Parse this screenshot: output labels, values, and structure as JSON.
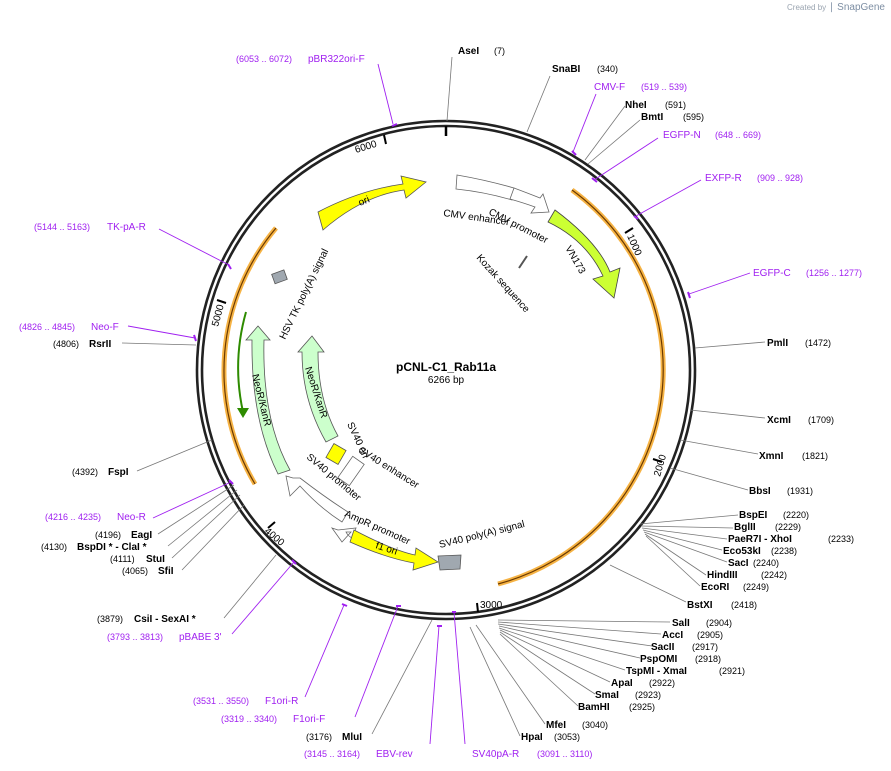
{
  "watermark": {
    "created_by": "Created by",
    "brand": "SnapGene"
  },
  "plasmid": {
    "name": "pCNL-C1_Rab11a",
    "size_label": "6266 bp",
    "length": 6266
  },
  "colors": {
    "primer": "#a020f0",
    "ori": "#ffff00",
    "marker": "#ccffcc",
    "venus": "#ccff33",
    "signal": "#a0a8b0",
    "orange": "#f5a623"
  },
  "ticks": [
    "1000",
    "2000",
    "3000",
    "4000",
    "5000",
    "6000"
  ],
  "enzymes": [
    {
      "name": "AseI",
      "pos": "(7)"
    },
    {
      "name": "SnaBI",
      "pos": "(340)"
    },
    {
      "name": "NheI",
      "pos": "(591)"
    },
    {
      "name": "BmtI",
      "pos": "(595)"
    },
    {
      "name": "PmlI",
      "pos": "(1472)"
    },
    {
      "name": "XcmI",
      "pos": "(1709)"
    },
    {
      "name": "XmnI",
      "pos": "(1821)"
    },
    {
      "name": "BbsI",
      "pos": "(1931)"
    },
    {
      "name": "BspEI",
      "pos": "(2220)"
    },
    {
      "name": "BglII",
      "pos": "(2229)"
    },
    {
      "name": "PaeR7I - XhoI",
      "pos": "(2233)"
    },
    {
      "name": "SacI",
      "pos": "(2240)"
    },
    {
      "name": "Eco53kI",
      "pos": "(2238)"
    },
    {
      "name": "HindIII",
      "pos": "(2242)"
    },
    {
      "name": "EcoRI",
      "pos": "(2249)"
    },
    {
      "name": "BstXI",
      "pos": "(2418)"
    },
    {
      "name": "SalI",
      "pos": "(2904)"
    },
    {
      "name": "AccI",
      "pos": "(2905)"
    },
    {
      "name": "SacII",
      "pos": "(2917)"
    },
    {
      "name": "PspOMI",
      "pos": "(2918)"
    },
    {
      "name": "TspMI - XmaI",
      "pos": "(2921)"
    },
    {
      "name": "ApaI",
      "pos": "(2922)"
    },
    {
      "name": "SmaI",
      "pos": "(2923)"
    },
    {
      "name": "BamHI",
      "pos": "(2925)"
    },
    {
      "name": "MfeI",
      "pos": "(3040)"
    },
    {
      "name": "HpaI",
      "pos": "(3053)"
    },
    {
      "name": "MluI",
      "pos": "(3176)"
    },
    {
      "name": "CsiI - SexAI *",
      "pos": "(3879)"
    },
    {
      "name": "SfiI",
      "pos": "(4065)"
    },
    {
      "name": "StuI",
      "pos": "(4111)"
    },
    {
      "name": "BspDI * - ClaI *",
      "pos": "(4130)"
    },
    {
      "name": "EagI",
      "pos": "(4196)"
    },
    {
      "name": "FspI",
      "pos": "(4392)"
    },
    {
      "name": "RsrII",
      "pos": "(4806)"
    }
  ],
  "primers": [
    {
      "name": "pBR322ori-F",
      "pos": "(6053 .. 6072)"
    },
    {
      "name": "CMV-F",
      "pos": "(519 .. 539)"
    },
    {
      "name": "EGFP-N",
      "pos": "(648 .. 669)"
    },
    {
      "name": "EXFP-R",
      "pos": "(909 .. 928)"
    },
    {
      "name": "EGFP-C",
      "pos": "(1256 .. 1277)"
    },
    {
      "name": "TK-pA-R",
      "pos": "(5144 .. 5163)"
    },
    {
      "name": "Neo-F",
      "pos": "(4826 .. 4845)"
    },
    {
      "name": "Neo-R",
      "pos": "(4216 .. 4235)"
    },
    {
      "name": "pBABE 3'",
      "pos": "(3793 .. 3813)"
    },
    {
      "name": "F1ori-R",
      "pos": "(3531 .. 3550)"
    },
    {
      "name": "F1ori-F",
      "pos": "(3319 .. 3340)"
    },
    {
      "name": "EBV-rev",
      "pos": "(3145 .. 3164)"
    },
    {
      "name": "SV40pA-R",
      "pos": "(3091 .. 3110)"
    }
  ],
  "features": [
    {
      "name": "ori"
    },
    {
      "name": "CMV enhancer"
    },
    {
      "name": "CMV promoter"
    },
    {
      "name": "VN173"
    },
    {
      "name": "Kozak sequence"
    },
    {
      "name": "HSV TK poly(A) signal"
    },
    {
      "name": "NeoR/KanR"
    },
    {
      "name": "SV40 ori"
    },
    {
      "name": "SV40 enhancer"
    },
    {
      "name": "SV40 promoter"
    },
    {
      "name": "AmpR promoter"
    },
    {
      "name": "f1 ori"
    },
    {
      "name": "SV40 poly(A) signal"
    }
  ]
}
